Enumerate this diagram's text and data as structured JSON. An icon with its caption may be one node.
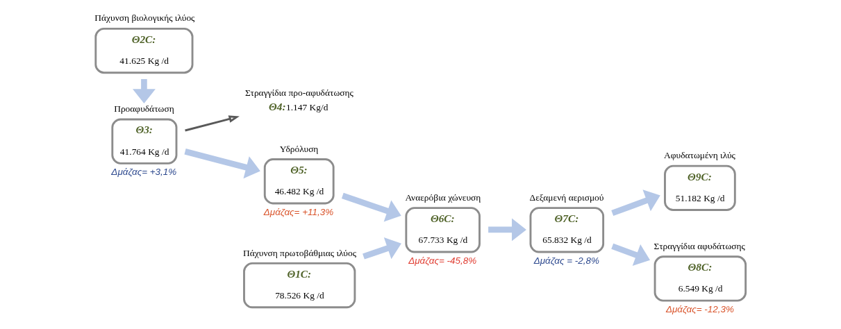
{
  "diagram": {
    "nodes": [
      {
        "text": [
          "Πάχυνση βιολογικής ιλύος",
          "Θ2C:",
          "41.625 Kg /d"
        ]
      },
      {
        "text": [
          "Πάχυνση πρωτοβάθμιας ιλύος",
          "Θ1C:",
          "78.526 Kg /d"
        ]
      },
      {
        "text": [
          "Αφυδατωμένη ιλύς",
          "Θ9C:",
          "51.182 Kg /d"
        ]
      },
      {
        "text": [
          "Αναερόβια χώνευση",
          "Θ6C:",
          "67.733 Kg /d"
        ],
        "beside": [
          "Δμάζας= -45,8%"
        ]
      },
      {
        "text": [
          "Δεξαμενή αερισμού",
          "Θ7C:",
          "65.832 Kg /d"
        ],
        "beside": [
          "Δμάζας = -2,8%"
        ]
      },
      {
        "text": [
          "Στραγγίδια προ-αφυδάτωσης",
          "Θ4:",
          "1.147 Kg/d"
        ]
      },
      {
        "text": [
          "Προαφυδάτωση",
          "Θ3:",
          "41.764 Kg /d"
        ],
        "beside": [
          "Δμάζας= +3,1%"
        ]
      },
      {
        "text": [
          "Υδρόλυση",
          "Θ5:",
          "46.482 Kg /d"
        ],
        "beside": [
          "Δμάζας= +11,3%"
        ]
      },
      {
        "text": [
          "Στραγγίδια αφυδάτωσης",
          "Θ8C:",
          "6.549 Kg /d"
        ],
        "beside": [
          "Δμάζας= -12,3%"
        ]
      }
    ],
    "edges": [
      {
        "from": 0,
        "to": 6,
        "arrow": "to"
      },
      {
        "from": 6,
        "to": 7,
        "arrow": "to"
      },
      {
        "from": 7,
        "to": 3,
        "arrow": "to"
      },
      {
        "from": 1,
        "to": 3,
        "arrow": "to"
      },
      {
        "from": 3,
        "to": 4,
        "arrow": "to"
      },
      {
        "from": 4,
        "to": 2,
        "arrow": "to"
      },
      {
        "from": 4,
        "to": 8,
        "arrow": "to"
      },
      {
        "from": 6,
        "to": 5,
        "arrow": "to",
        "color": "#595959"
      }
    ]
  }
}
